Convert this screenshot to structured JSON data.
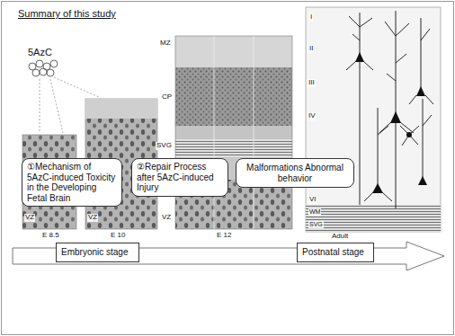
{
  "diagram": {
    "title": "Summary of this study",
    "nodes": [
      {
        "text": [
          "①Mechanism of 5AzC-induced Toxicity in the Developing Fetal Brain"
        ]
      },
      {
        "text": [
          "②Repair Process after 5AzC-induced Injury"
        ]
      },
      {
        "text": [
          "Malformations Abnormal behavior"
        ]
      },
      {
        "text": [
          "Embryonic stage"
        ]
      },
      {
        "text": [
          "Postnatal stage"
        ]
      }
    ],
    "labels": [
      "5AzC",
      "VZ",
      "E 8.5",
      "VZ",
      "E 10",
      "MZ",
      "CP",
      "SVG",
      "VZ",
      "E 12",
      "I",
      "II",
      "III",
      "IV",
      "VI",
      "WM",
      "SVG",
      "Adult"
    ]
  }
}
